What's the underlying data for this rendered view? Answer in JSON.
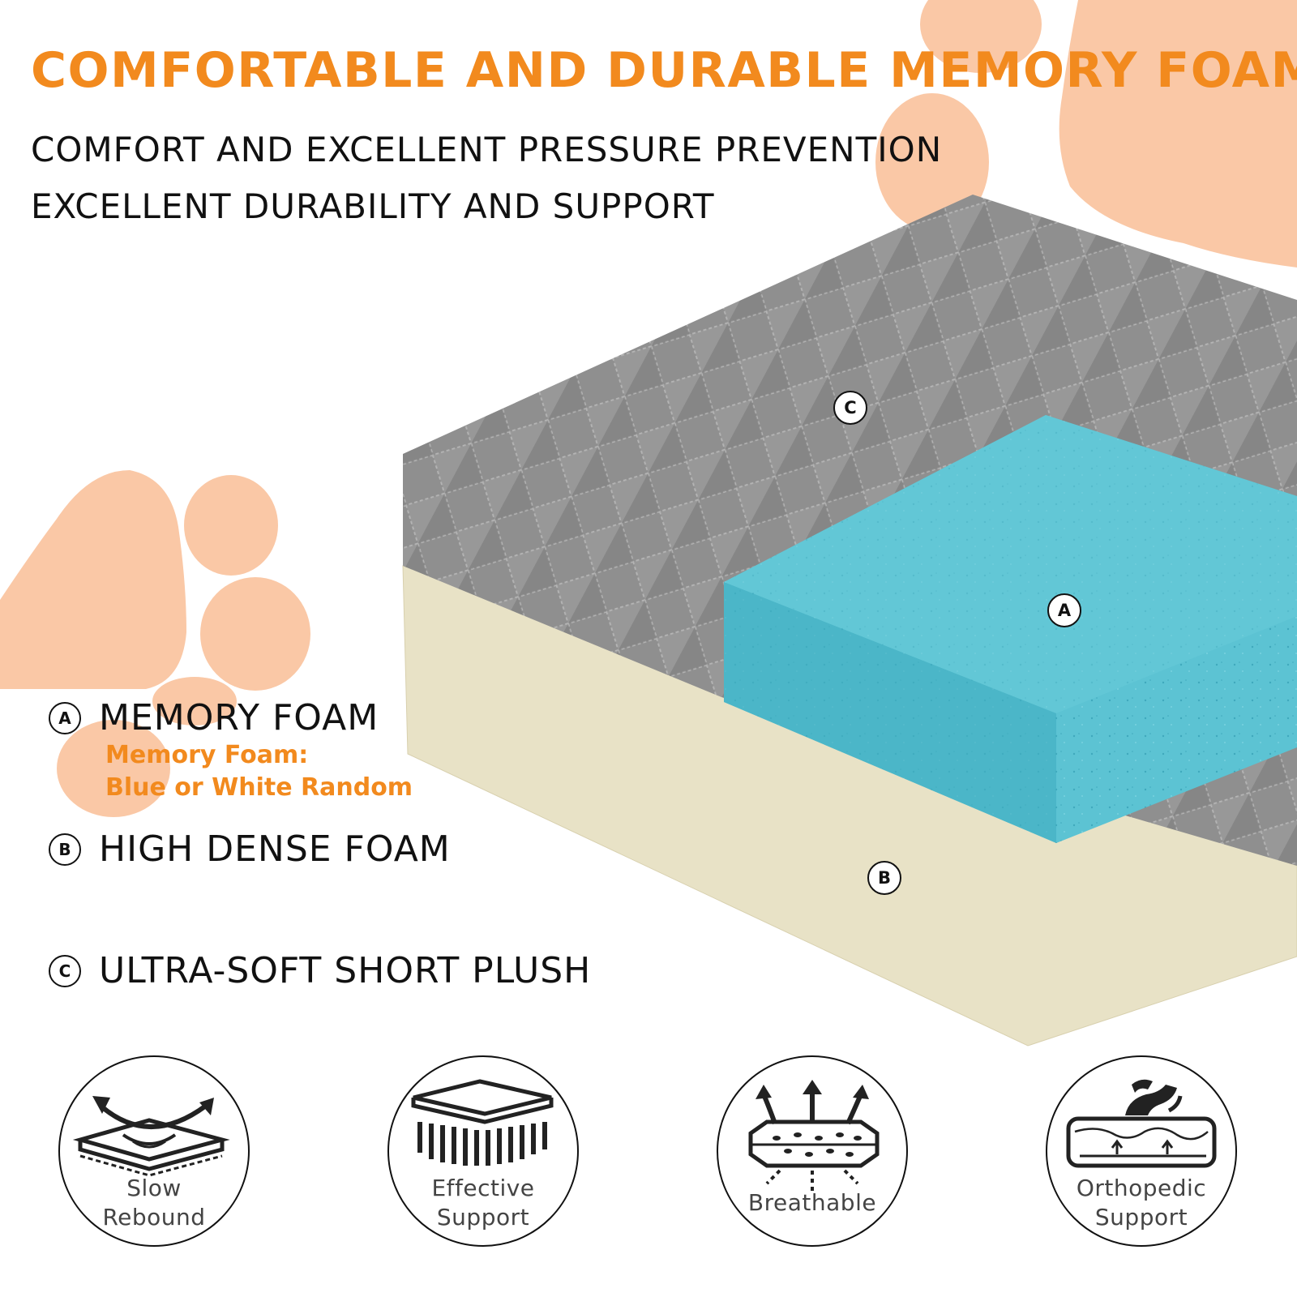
{
  "colors": {
    "accent": "#F28A1E",
    "paw": "#FAC8A6",
    "plush": "#8E8E8E",
    "memory_foam": "#5CC3D3",
    "dense_foam": "#E8E2C6"
  },
  "header": {
    "title": "COMFORTABLE AND DURABLE MEMORY FOAM",
    "line1": "COMFORT AND EXCELLENT PRESSURE PREVENTION",
    "line2": "EXCELLENT DURABILITY AND SUPPORT"
  },
  "legend": {
    "a": {
      "badge": "A",
      "label": "MEMORY FOAM",
      "note1": "Memory Foam:",
      "note2": "Blue or White Random"
    },
    "b": {
      "badge": "B",
      "label": "HIGH DENSE FOAM"
    },
    "c": {
      "badge": "C",
      "label": "ULTRA-SOFT SHORT PLUSH"
    }
  },
  "markers": {
    "a": "A",
    "b": "B",
    "c": "C"
  },
  "features": [
    {
      "icon": "slow-rebound-icon",
      "line1": "Slow",
      "line2": "Rebound"
    },
    {
      "icon": "effective-support-icon",
      "line1": "Effective",
      "line2": "Support"
    },
    {
      "icon": "breathable-icon",
      "line1": "Breathable",
      "line2": ""
    },
    {
      "icon": "orthopedic-support-icon",
      "line1": "Orthopedic",
      "line2": "Support"
    }
  ]
}
